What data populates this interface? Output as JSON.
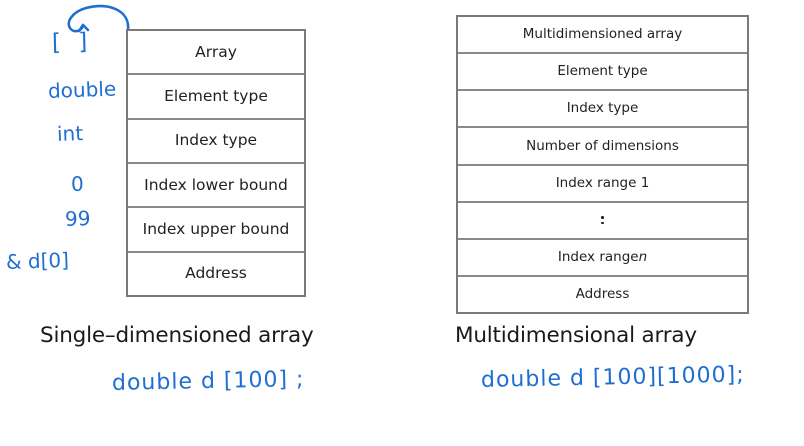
{
  "figure": {
    "ink_color": "#1f6fd0",
    "border_color": "#7a7a7a",
    "text_color": "#231f20"
  },
  "single_array": {
    "caption": "Single–dimensioned array",
    "rows": [
      "Array",
      "Element type",
      "Index type",
      "Index lower bound",
      "Index upper bound",
      "Address"
    ],
    "declaration": "double d [100] ;"
  },
  "multi_array": {
    "caption": "Multidimensional array",
    "rows": [
      "Multidimensioned array",
      "Element type",
      "Index type",
      "Number of dimensions",
      "Index range 1",
      "⋮",
      "Index range n",
      "Address"
    ],
    "row_index_range_n_prefix": "Index range ",
    "row_index_range_n_italic": "n",
    "declaration": "double d [100][1000];"
  },
  "annotations": [
    {
      "name": "brackets",
      "text": "[  ]"
    },
    {
      "name": "element-type",
      "text": "double"
    },
    {
      "name": "index-type",
      "text": "int"
    },
    {
      "name": "lower-bound",
      "text": "0"
    },
    {
      "name": "upper-bound",
      "text": "99"
    },
    {
      "name": "address",
      "text": "& d[0]"
    }
  ]
}
